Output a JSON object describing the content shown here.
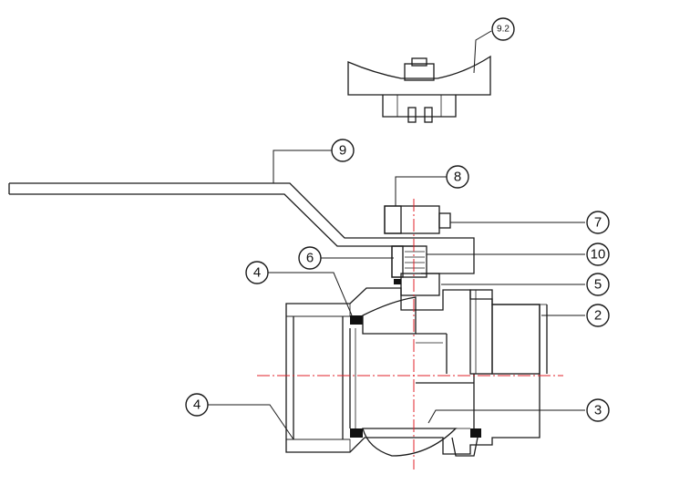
{
  "callouts": {
    "handle_detail": "9.2",
    "handle": "9",
    "stem_nut": "8",
    "nut": "7",
    "stem": "6",
    "gland": "10",
    "stem_seal": "5",
    "seat_upper": "4",
    "seat_lower": "4",
    "body_end": "2",
    "ball": "3"
  },
  "colors": {
    "outline": "#1a1a1a",
    "centerline": "#e0202a",
    "seal": "#111111",
    "handle_fill": "#f2f2f2"
  }
}
